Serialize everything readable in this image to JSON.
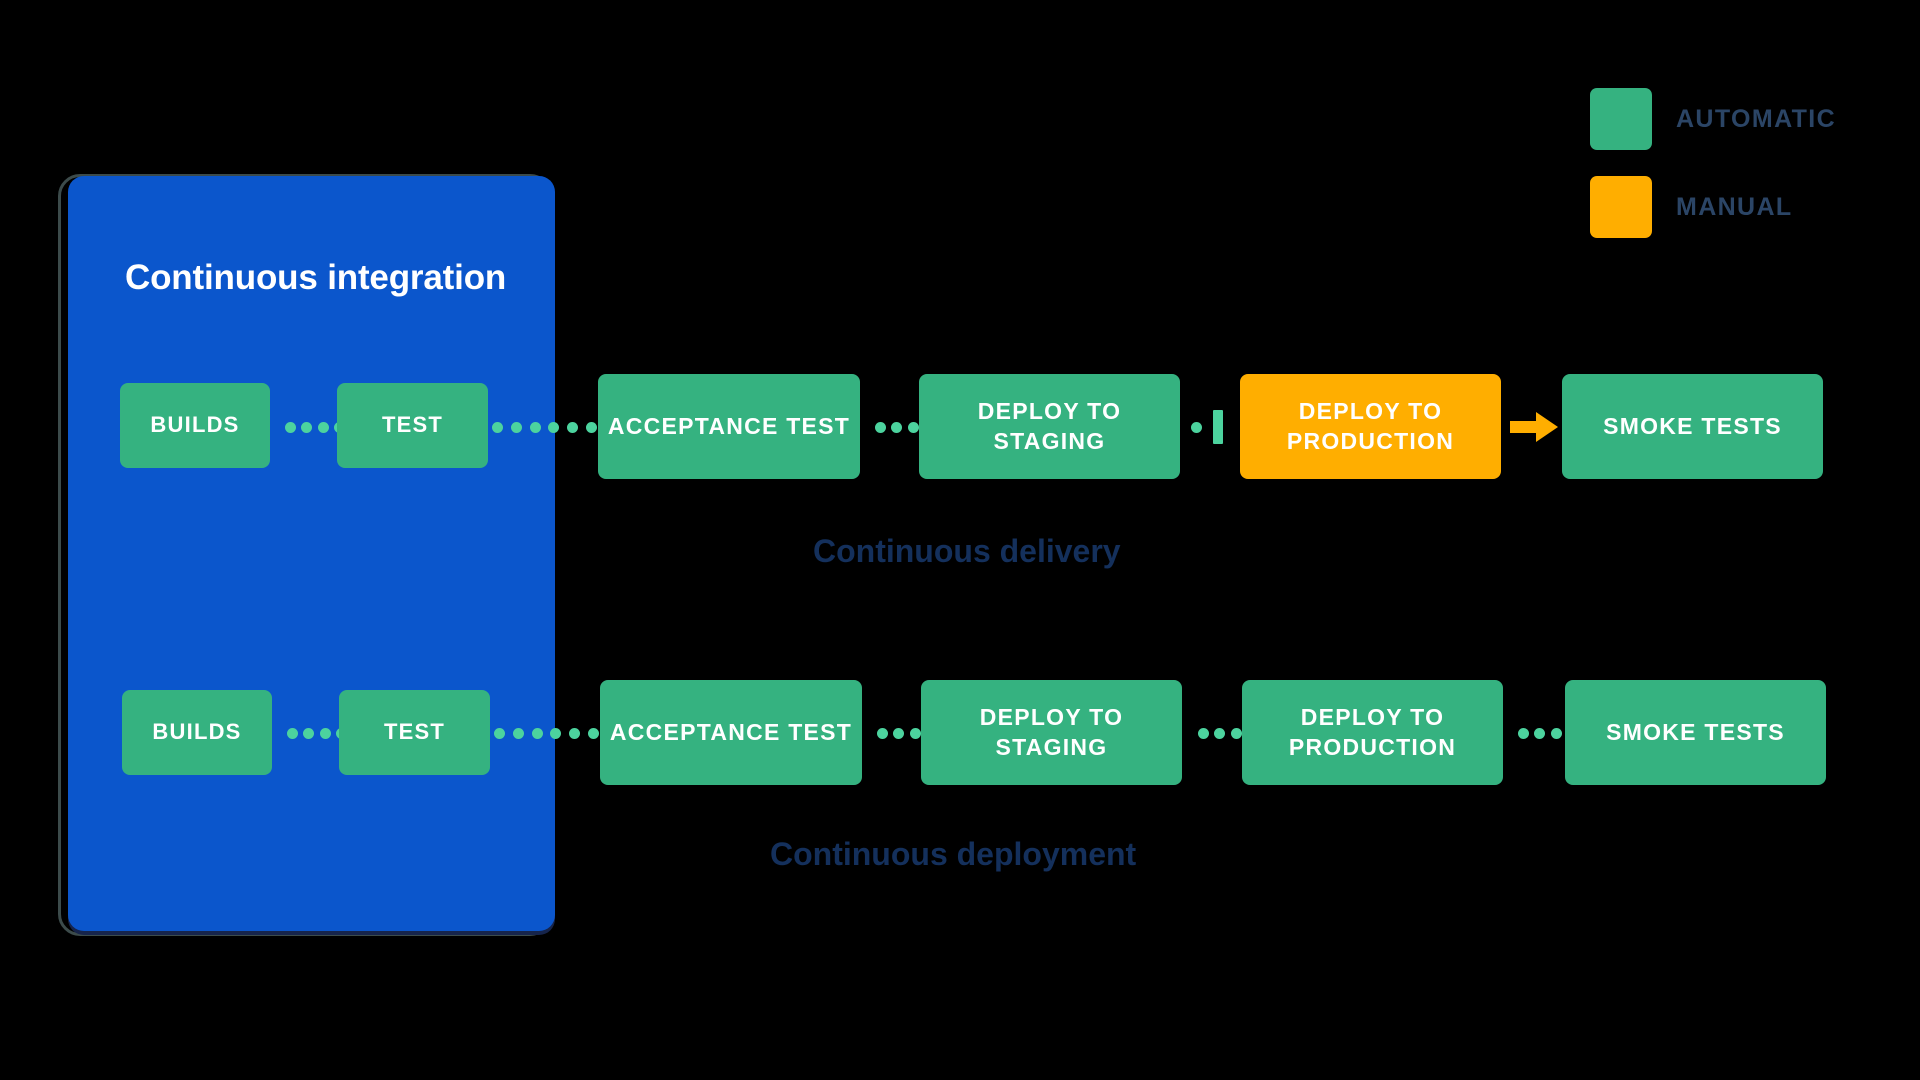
{
  "colors": {
    "background": "#000000",
    "automatic": "#35B280",
    "manual": "#FFAE00",
    "ci_panel": "#0B56CC",
    "ci_panel_border": "#3C4B4B",
    "connector_dot": "#4CD39E",
    "caption_text": "#14305C",
    "legend_text": "#2B4566",
    "node_text": "#FFFFFF"
  },
  "legend": {
    "items": [
      {
        "label": "AUTOMATIC",
        "swatch": "automatic-swatch",
        "color": "#35B280"
      },
      {
        "label": "MANUAL",
        "swatch": "manual-swatch",
        "color": "#FFAE00"
      }
    ]
  },
  "ci_panel": {
    "title": "Continuous integration"
  },
  "rows": [
    {
      "id": "continuous-delivery",
      "caption": "Continuous delivery",
      "nodes": [
        {
          "label": "BUILDS",
          "type": "automatic"
        },
        {
          "label": "TEST",
          "type": "automatic"
        },
        {
          "label": "ACCEPTANCE TEST",
          "type": "automatic"
        },
        {
          "label": "DEPLOY TO STAGING",
          "type": "automatic"
        },
        {
          "label": "DEPLOY TO PRODUCTION",
          "type": "manual"
        },
        {
          "label": "SMOKE TESTS",
          "type": "automatic"
        }
      ],
      "connectors": [
        {
          "kind": "dotted"
        },
        {
          "kind": "dotted"
        },
        {
          "kind": "dotted"
        },
        {
          "kind": "gate"
        },
        {
          "kind": "arrow"
        }
      ]
    },
    {
      "id": "continuous-deployment",
      "caption": "Continuous deployment",
      "nodes": [
        {
          "label": "BUILDS",
          "type": "automatic"
        },
        {
          "label": "TEST",
          "type": "automatic"
        },
        {
          "label": "ACCEPTANCE TEST",
          "type": "automatic"
        },
        {
          "label": "DEPLOY TO STAGING",
          "type": "automatic"
        },
        {
          "label": "DEPLOY TO PRODUCTION",
          "type": "automatic"
        },
        {
          "label": "SMOKE TESTS",
          "type": "automatic"
        }
      ],
      "connectors": [
        {
          "kind": "dotted"
        },
        {
          "kind": "dotted"
        },
        {
          "kind": "dotted"
        },
        {
          "kind": "dotted"
        },
        {
          "kind": "dotted"
        }
      ]
    }
  ]
}
